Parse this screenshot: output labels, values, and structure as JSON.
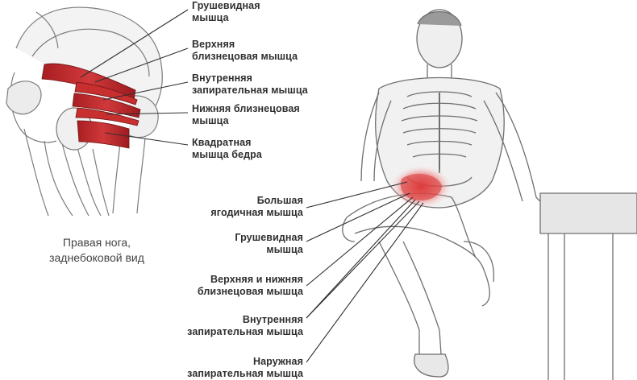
{
  "hip_inset": {
    "caption": "Правая нога,\nзаднебоковой вид",
    "labels": [
      {
        "id": "piriformis",
        "text": "Грушевидная\nмышца"
      },
      {
        "id": "gemellus-superior",
        "text": "Верхняя\nблизнецовая мышца"
      },
      {
        "id": "obturator-internus",
        "text": "Внутренняя\nзапирательная мышца"
      },
      {
        "id": "gemellus-inferior",
        "text": "Нижняя близнецовая\nмышца"
      },
      {
        "id": "quadratus-femoris",
        "text": "Квадратная\nмышца бедра"
      }
    ]
  },
  "stretch_figure": {
    "labels": [
      {
        "id": "gluteus-maximus",
        "text": "Большая\nягодичная мышца"
      },
      {
        "id": "piriformis",
        "text": "Грушевидная\nмышца"
      },
      {
        "id": "gemelli",
        "text": "Верхняя и нижняя\nблизнецовая мышца"
      },
      {
        "id": "obturator-internus",
        "text": "Внутренняя\nзапирательная мышца"
      },
      {
        "id": "obturator-externus",
        "text": "Наружная\nзапирательная мышца"
      }
    ]
  },
  "colors": {
    "muscle": "#c0282c",
    "highlight": "#e84a4a",
    "ink": "#2f2f2f",
    "sketch": "#8a8a8a"
  }
}
